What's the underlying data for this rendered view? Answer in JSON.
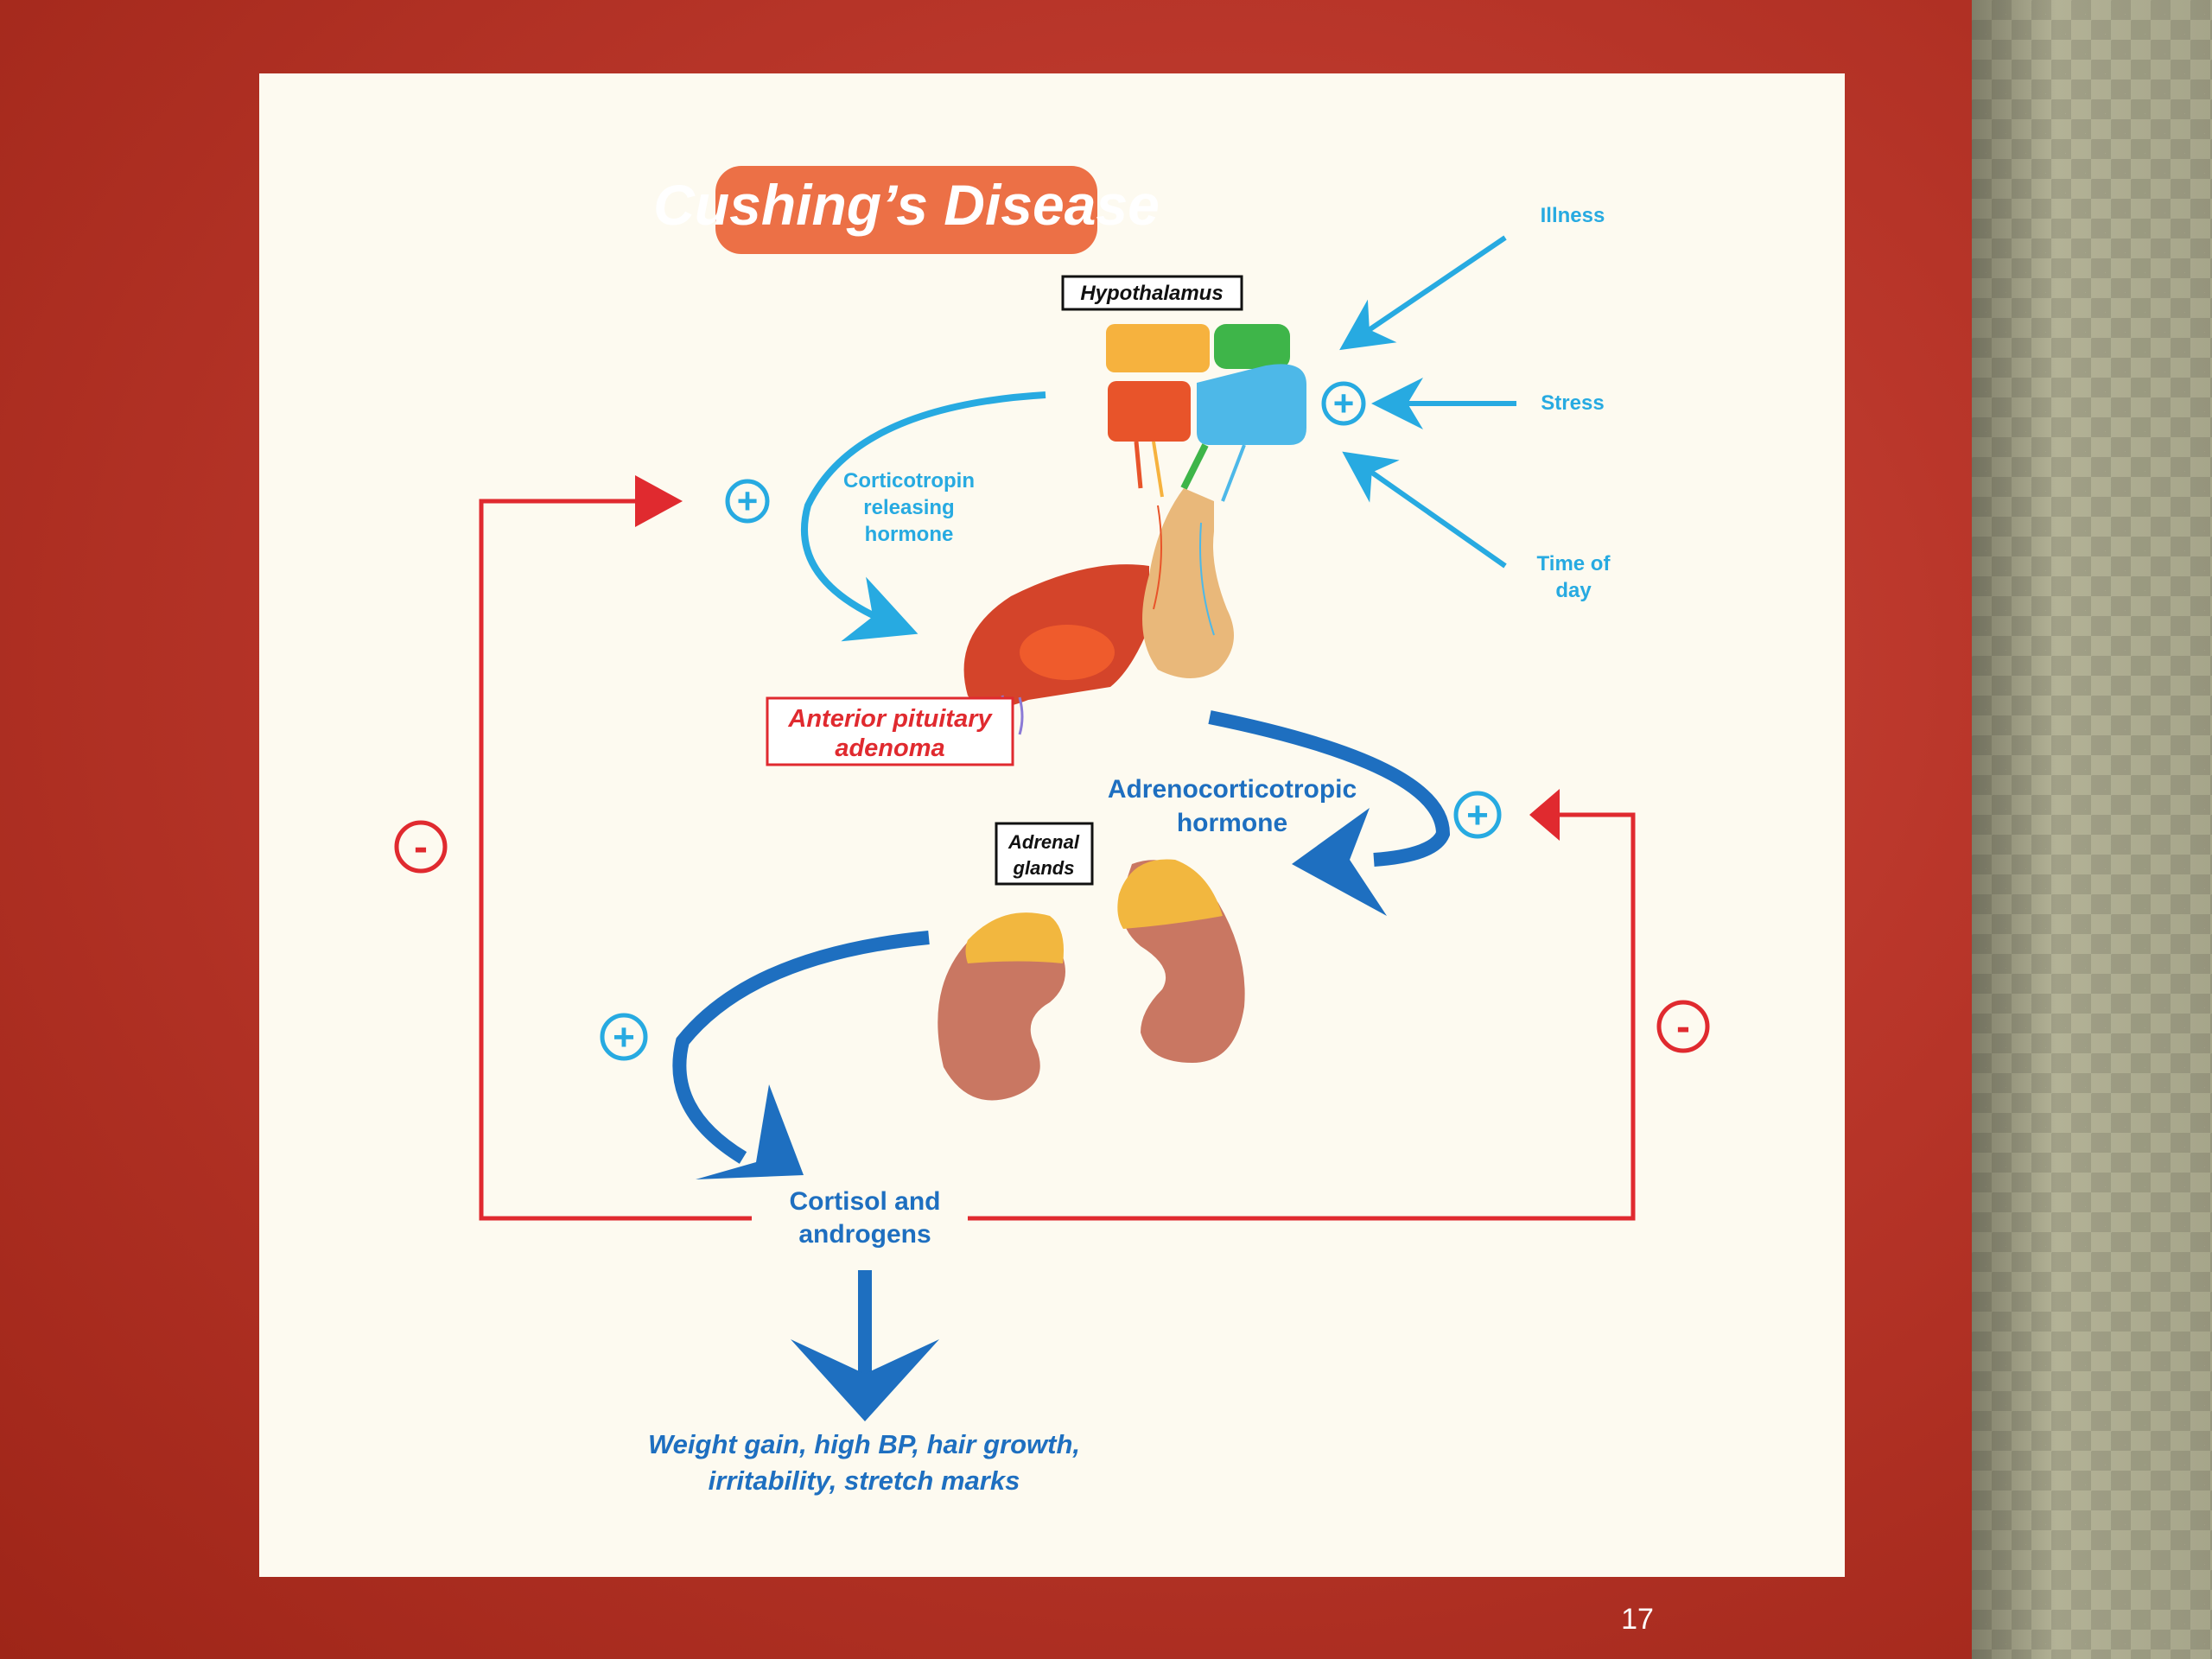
{
  "title": "Cushing’s Disease",
  "labels": {
    "hypothalamus": "Hypothalamus",
    "illness": "Illness",
    "stress": "Stress",
    "time_of_day_1": "Time of",
    "time_of_day_2": "day",
    "crh_1": "Corticotropin",
    "crh_2": "releasing",
    "crh_3": "hormone",
    "adenoma_1": "Anterior pituitary",
    "adenoma_2": "adenoma",
    "acth_1": "Adrenocorticotropic",
    "acth_2": "hormone",
    "adrenal_1": "Adrenal",
    "adrenal_2": "glands",
    "cortisol_1": "Cortisol and",
    "cortisol_2": "androgens",
    "effects_1": "Weight gain, high BP, hair growth,",
    "effects_2": "irritability, stretch marks"
  },
  "signs": {
    "plus": "+",
    "minus": "-"
  },
  "page_number": "17",
  "colors": {
    "title_bg": "#ec7046",
    "light_blue": "#27aae1",
    "dark_blue": "#1e6fc0",
    "red": "#e02a2f",
    "card_bg": "#fdfaf0"
  }
}
